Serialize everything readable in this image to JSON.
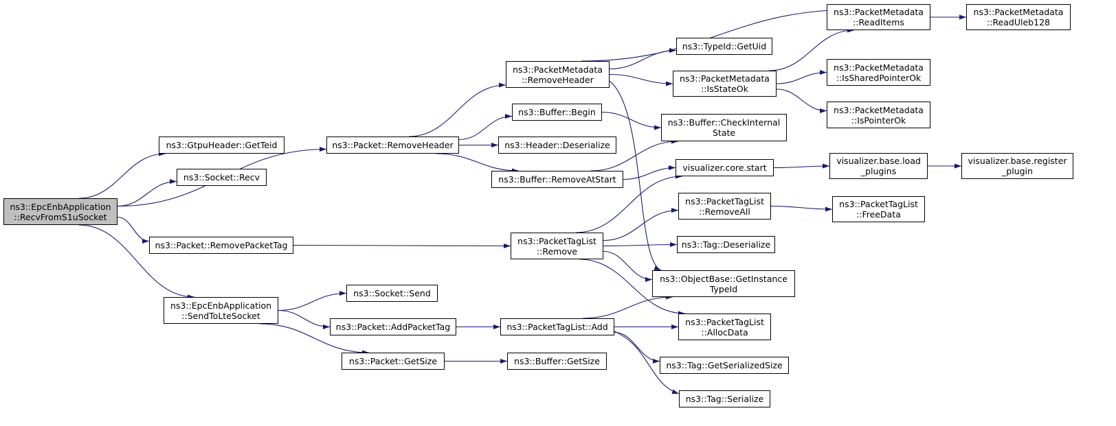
{
  "colors": {
    "edge": "#191970",
    "node_border": "#000000",
    "node_fill": "#ffffff",
    "root_fill": "#bfbfbf"
  },
  "nodes": {
    "recv_from_s1u_socket": {
      "lines": [
        "ns3::EpcEnbApplication",
        "::RecvFromS1uSocket"
      ],
      "root": true
    },
    "gtpu_get_teid": {
      "lines": [
        "ns3::GtpuHeader::GetTeid"
      ]
    },
    "socket_recv": {
      "lines": [
        "ns3::Socket::Recv"
      ]
    },
    "packet_remove_header": {
      "lines": [
        "ns3::Packet::RemoveHeader"
      ]
    },
    "packet_remove_packet_tag": {
      "lines": [
        "ns3::Packet::RemovePacketTag"
      ]
    },
    "send_to_lte_socket": {
      "lines": [
        "ns3::EpcEnbApplication",
        "::SendToLteSocket"
      ]
    },
    "pm_remove_header": {
      "lines": [
        "ns3::PacketMetadata",
        "::RemoveHeader"
      ]
    },
    "buffer_begin": {
      "lines": [
        "ns3::Buffer::Begin"
      ]
    },
    "header_deserialize": {
      "lines": [
        "ns3::Header::Deserialize"
      ]
    },
    "buffer_remove_at_start": {
      "lines": [
        "ns3::Buffer::RemoveAtStart"
      ]
    },
    "ptl_remove": {
      "lines": [
        "ns3::PacketTagList",
        "::Remove"
      ]
    },
    "socket_send": {
      "lines": [
        "ns3::Socket::Send"
      ]
    },
    "packet_add_packet_tag": {
      "lines": [
        "ns3::Packet::AddPacketTag"
      ]
    },
    "packet_get_size": {
      "lines": [
        "ns3::Packet::GetSize"
      ]
    },
    "ptl_add": {
      "lines": [
        "ns3::PacketTagList::Add"
      ]
    },
    "buffer_get_size": {
      "lines": [
        "ns3::Buffer::GetSize"
      ]
    },
    "pm_read_items": {
      "lines": [
        "ns3::PacketMetadata",
        "::ReadItems"
      ]
    },
    "typeid_get_uid": {
      "lines": [
        "ns3::TypeId::GetUid"
      ]
    },
    "pm_is_state_ok": {
      "lines": [
        "ns3::PacketMetadata",
        "::IsStateOk"
      ]
    },
    "buffer_check_internal_state": {
      "lines": [
        "ns3::Buffer::CheckInternal",
        "State"
      ]
    },
    "visualizer_core_start": {
      "lines": [
        "visualizer.core.start"
      ]
    },
    "ptl_remove_all": {
      "lines": [
        "ns3::PacketTagList",
        "::RemoveAll"
      ]
    },
    "tag_deserialize": {
      "lines": [
        "ns3::Tag::Deserialize"
      ]
    },
    "objectbase_get_instance_typeid": {
      "lines": [
        "ns3::ObjectBase::GetInstance",
        "TypeId"
      ]
    },
    "ptl_alloc_data": {
      "lines": [
        "ns3::PacketTagList",
        "::AllocData"
      ]
    },
    "tag_get_serialized_size": {
      "lines": [
        "ns3::Tag::GetSerializedSize"
      ]
    },
    "tag_serialize": {
      "lines": [
        "ns3::Tag::Serialize"
      ]
    },
    "pm_read_uleb128": {
      "lines": [
        "ns3::PacketMetadata",
        "::ReadUleb128"
      ]
    },
    "pm_is_shared_pointer_ok": {
      "lines": [
        "ns3::PacketMetadata",
        "::IsSharedPointerOk"
      ]
    },
    "pm_is_pointer_ok": {
      "lines": [
        "ns3::PacketMetadata",
        "::IsPointerOk"
      ]
    },
    "visualizer_base_load_plugins": {
      "lines": [
        "visualizer.base.load",
        "_plugins"
      ]
    },
    "ptl_free_data": {
      "lines": [
        "ns3::PacketTagList",
        "::FreeData"
      ]
    },
    "visualizer_base_register_plugin": {
      "lines": [
        "visualizer.base.register",
        "_plugin"
      ]
    }
  },
  "edges": [
    [
      "recv_from_s1u_socket",
      "gtpu_get_teid"
    ],
    [
      "recv_from_s1u_socket",
      "socket_recv"
    ],
    [
      "recv_from_s1u_socket",
      "packet_remove_header"
    ],
    [
      "recv_from_s1u_socket",
      "packet_remove_packet_tag"
    ],
    [
      "recv_from_s1u_socket",
      "send_to_lte_socket"
    ],
    [
      "packet_remove_header",
      "pm_remove_header"
    ],
    [
      "packet_remove_header",
      "buffer_begin"
    ],
    [
      "packet_remove_header",
      "header_deserialize"
    ],
    [
      "packet_remove_header",
      "buffer_remove_at_start"
    ],
    [
      "packet_remove_packet_tag",
      "ptl_remove"
    ],
    [
      "send_to_lte_socket",
      "socket_send"
    ],
    [
      "send_to_lte_socket",
      "packet_add_packet_tag"
    ],
    [
      "send_to_lte_socket",
      "packet_get_size"
    ],
    [
      "packet_add_packet_tag",
      "ptl_add"
    ],
    [
      "packet_get_size",
      "buffer_get_size"
    ],
    [
      "pm_remove_header",
      "pm_read_items"
    ],
    [
      "pm_remove_header",
      "typeid_get_uid"
    ],
    [
      "pm_remove_header",
      "pm_is_state_ok"
    ],
    [
      "pm_remove_header",
      "objectbase_get_instance_typeid"
    ],
    [
      "buffer_begin",
      "buffer_check_internal_state"
    ],
    [
      "buffer_remove_at_start",
      "buffer_check_internal_state"
    ],
    [
      "buffer_remove_at_start",
      "visualizer_core_start"
    ],
    [
      "ptl_remove",
      "visualizer_core_start"
    ],
    [
      "ptl_remove",
      "ptl_remove_all"
    ],
    [
      "ptl_remove",
      "tag_deserialize"
    ],
    [
      "ptl_remove",
      "objectbase_get_instance_typeid"
    ],
    [
      "ptl_remove",
      "ptl_alloc_data"
    ],
    [
      "ptl_add",
      "objectbase_get_instance_typeid"
    ],
    [
      "ptl_add",
      "ptl_alloc_data"
    ],
    [
      "ptl_add",
      "tag_get_serialized_size"
    ],
    [
      "ptl_add",
      "tag_serialize"
    ],
    [
      "pm_read_items",
      "pm_read_uleb128"
    ],
    [
      "pm_is_state_ok",
      "pm_read_items"
    ],
    [
      "pm_is_state_ok",
      "pm_is_shared_pointer_ok"
    ],
    [
      "pm_is_state_ok",
      "pm_is_pointer_ok"
    ],
    [
      "visualizer_core_start",
      "visualizer_base_load_plugins"
    ],
    [
      "visualizer_base_load_plugins",
      "visualizer_base_register_plugin"
    ],
    [
      "ptl_remove_all",
      "ptl_free_data"
    ]
  ]
}
